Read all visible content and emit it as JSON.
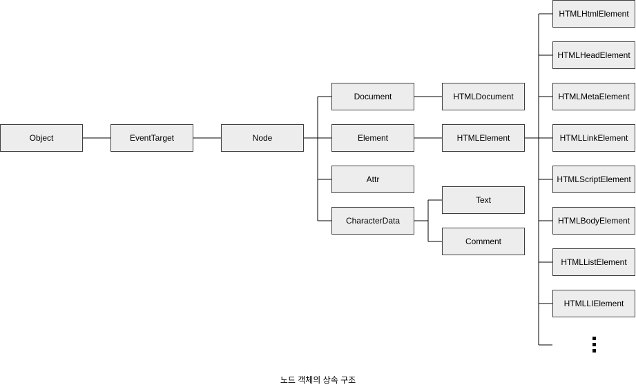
{
  "caption": "노드 객체의 상속 구조",
  "colors": {
    "box_fill": "#ededed",
    "box_border": "#3f3f3f",
    "line_color": "#000000",
    "background": "#ffffff"
  },
  "nodes": {
    "object": "Object",
    "event_target": "EventTarget",
    "node": "Node",
    "document": "Document",
    "element": "Element",
    "attr": "Attr",
    "character_data": "CharacterData",
    "html_document": "HTMLDocument",
    "html_element": "HTMLElement",
    "text": "Text",
    "comment": "Comment",
    "html_html_element": "HTMLHtmlElement",
    "html_head_element": "HTMLHeadElement",
    "html_meta_element": "HTMLMetaElement",
    "html_link_element": "HTMLLinkElement",
    "html_script_element": "HTMLScriptElement",
    "html_body_element": "HTMLBodyElement",
    "html_list_element": "HTMLListElement",
    "html_li_element": "HTMLLIElement"
  },
  "edges": [
    [
      "Object",
      "EventTarget"
    ],
    [
      "EventTarget",
      "Node"
    ],
    [
      "Node",
      "Document"
    ],
    [
      "Node",
      "Element"
    ],
    [
      "Node",
      "Attr"
    ],
    [
      "Node",
      "CharacterData"
    ],
    [
      "Document",
      "HTMLDocument"
    ],
    [
      "Element",
      "HTMLElement"
    ],
    [
      "CharacterData",
      "Text"
    ],
    [
      "CharacterData",
      "Comment"
    ],
    [
      "HTMLElement",
      "HTMLHtmlElement"
    ],
    [
      "HTMLElement",
      "HTMLHeadElement"
    ],
    [
      "HTMLElement",
      "HTMLMetaElement"
    ],
    [
      "HTMLElement",
      "HTMLLinkElement"
    ],
    [
      "HTMLElement",
      "HTMLScriptElement"
    ],
    [
      "HTMLElement",
      "HTMLBodyElement"
    ],
    [
      "HTMLElement",
      "HTMLListElement"
    ],
    [
      "HTMLElement",
      "HTMLLIElement"
    ],
    [
      "HTMLElement",
      "…"
    ]
  ]
}
